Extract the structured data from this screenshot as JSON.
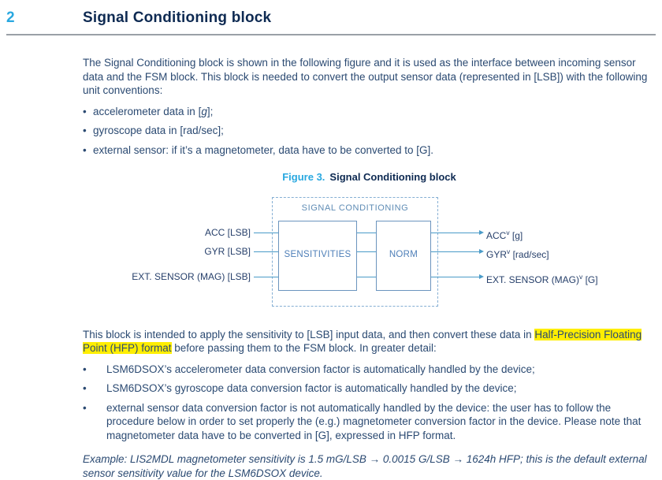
{
  "colors": {
    "accent_blue": "#29a8e0",
    "heading_text": "#0e2a52",
    "body_text": "#2b4a72",
    "highlight_yellow": "#ffee00",
    "diagram_line": "#4a9bc8",
    "diagram_block_text": "#4e7fb8"
  },
  "header": {
    "section_number": "2",
    "title": "Signal Conditioning block"
  },
  "intro": {
    "text": "The Signal Conditioning block is shown in the following figure and it is used as the interface between incoming sensor data and the FSM block. This block is needed to convert the output sensor data (represented in [LSB]) with the following unit conventions:",
    "bullets": [
      {
        "pre": "accelerometer data in [",
        "em": "g",
        "post": "];"
      },
      {
        "pre": "gyroscope data in [rad/sec];",
        "em": "",
        "post": ""
      },
      {
        "pre": "external sensor: if it’s a magnetometer, data have to be converted to [G].",
        "em": "",
        "post": ""
      }
    ]
  },
  "figure": {
    "caption_label": "Figure 3.",
    "caption_title": "Signal Conditioning block",
    "container_label": "SIGNAL CONDITIONING",
    "block_sensitivities": "SENSITIVITIES",
    "block_norm": "NORM",
    "inputs": [
      "ACC [LSB]",
      "GYR [LSB]",
      "EXT. SENSOR (MAG) [LSB]"
    ],
    "outputs": [
      {
        "base": "ACC",
        "sup": "v",
        "unit": " [g]"
      },
      {
        "base": "GYR",
        "sup": "v",
        "unit": " [rad/sec]"
      },
      {
        "base": "EXT. SENSOR (MAG)",
        "sup": "v",
        "unit": " [G]"
      }
    ]
  },
  "detail": {
    "before": "This block is intended to apply the sensitivity to [LSB] input data, and then convert these data in ",
    "highlight": "Half-Precision Floating Point (HFP) format",
    "after": " before passing them to the FSM block. In greater detail:",
    "bullets": [
      "LSM6DSOX’s accelerometer data conversion factor is automatically handled by the device;",
      "LSM6DSOX’s gyroscope data conversion factor is automatically handled by the device;",
      "external sensor data conversion factor is not automatically handled by the device: the user has to follow the procedure below in order to set properly the (e.g.) magnetometer conversion factor in the device. Please note that magnetometer data have to be converted in [G], expressed in HFP format."
    ]
  },
  "example": {
    "text": "Example: LIS2MDL magnetometer sensitivity is 1.5 mG/LSB → 0.0015 G/LSB → 1624h HFP; this is the default external sensor sensitivity value for the LSM6DSOX device."
  }
}
